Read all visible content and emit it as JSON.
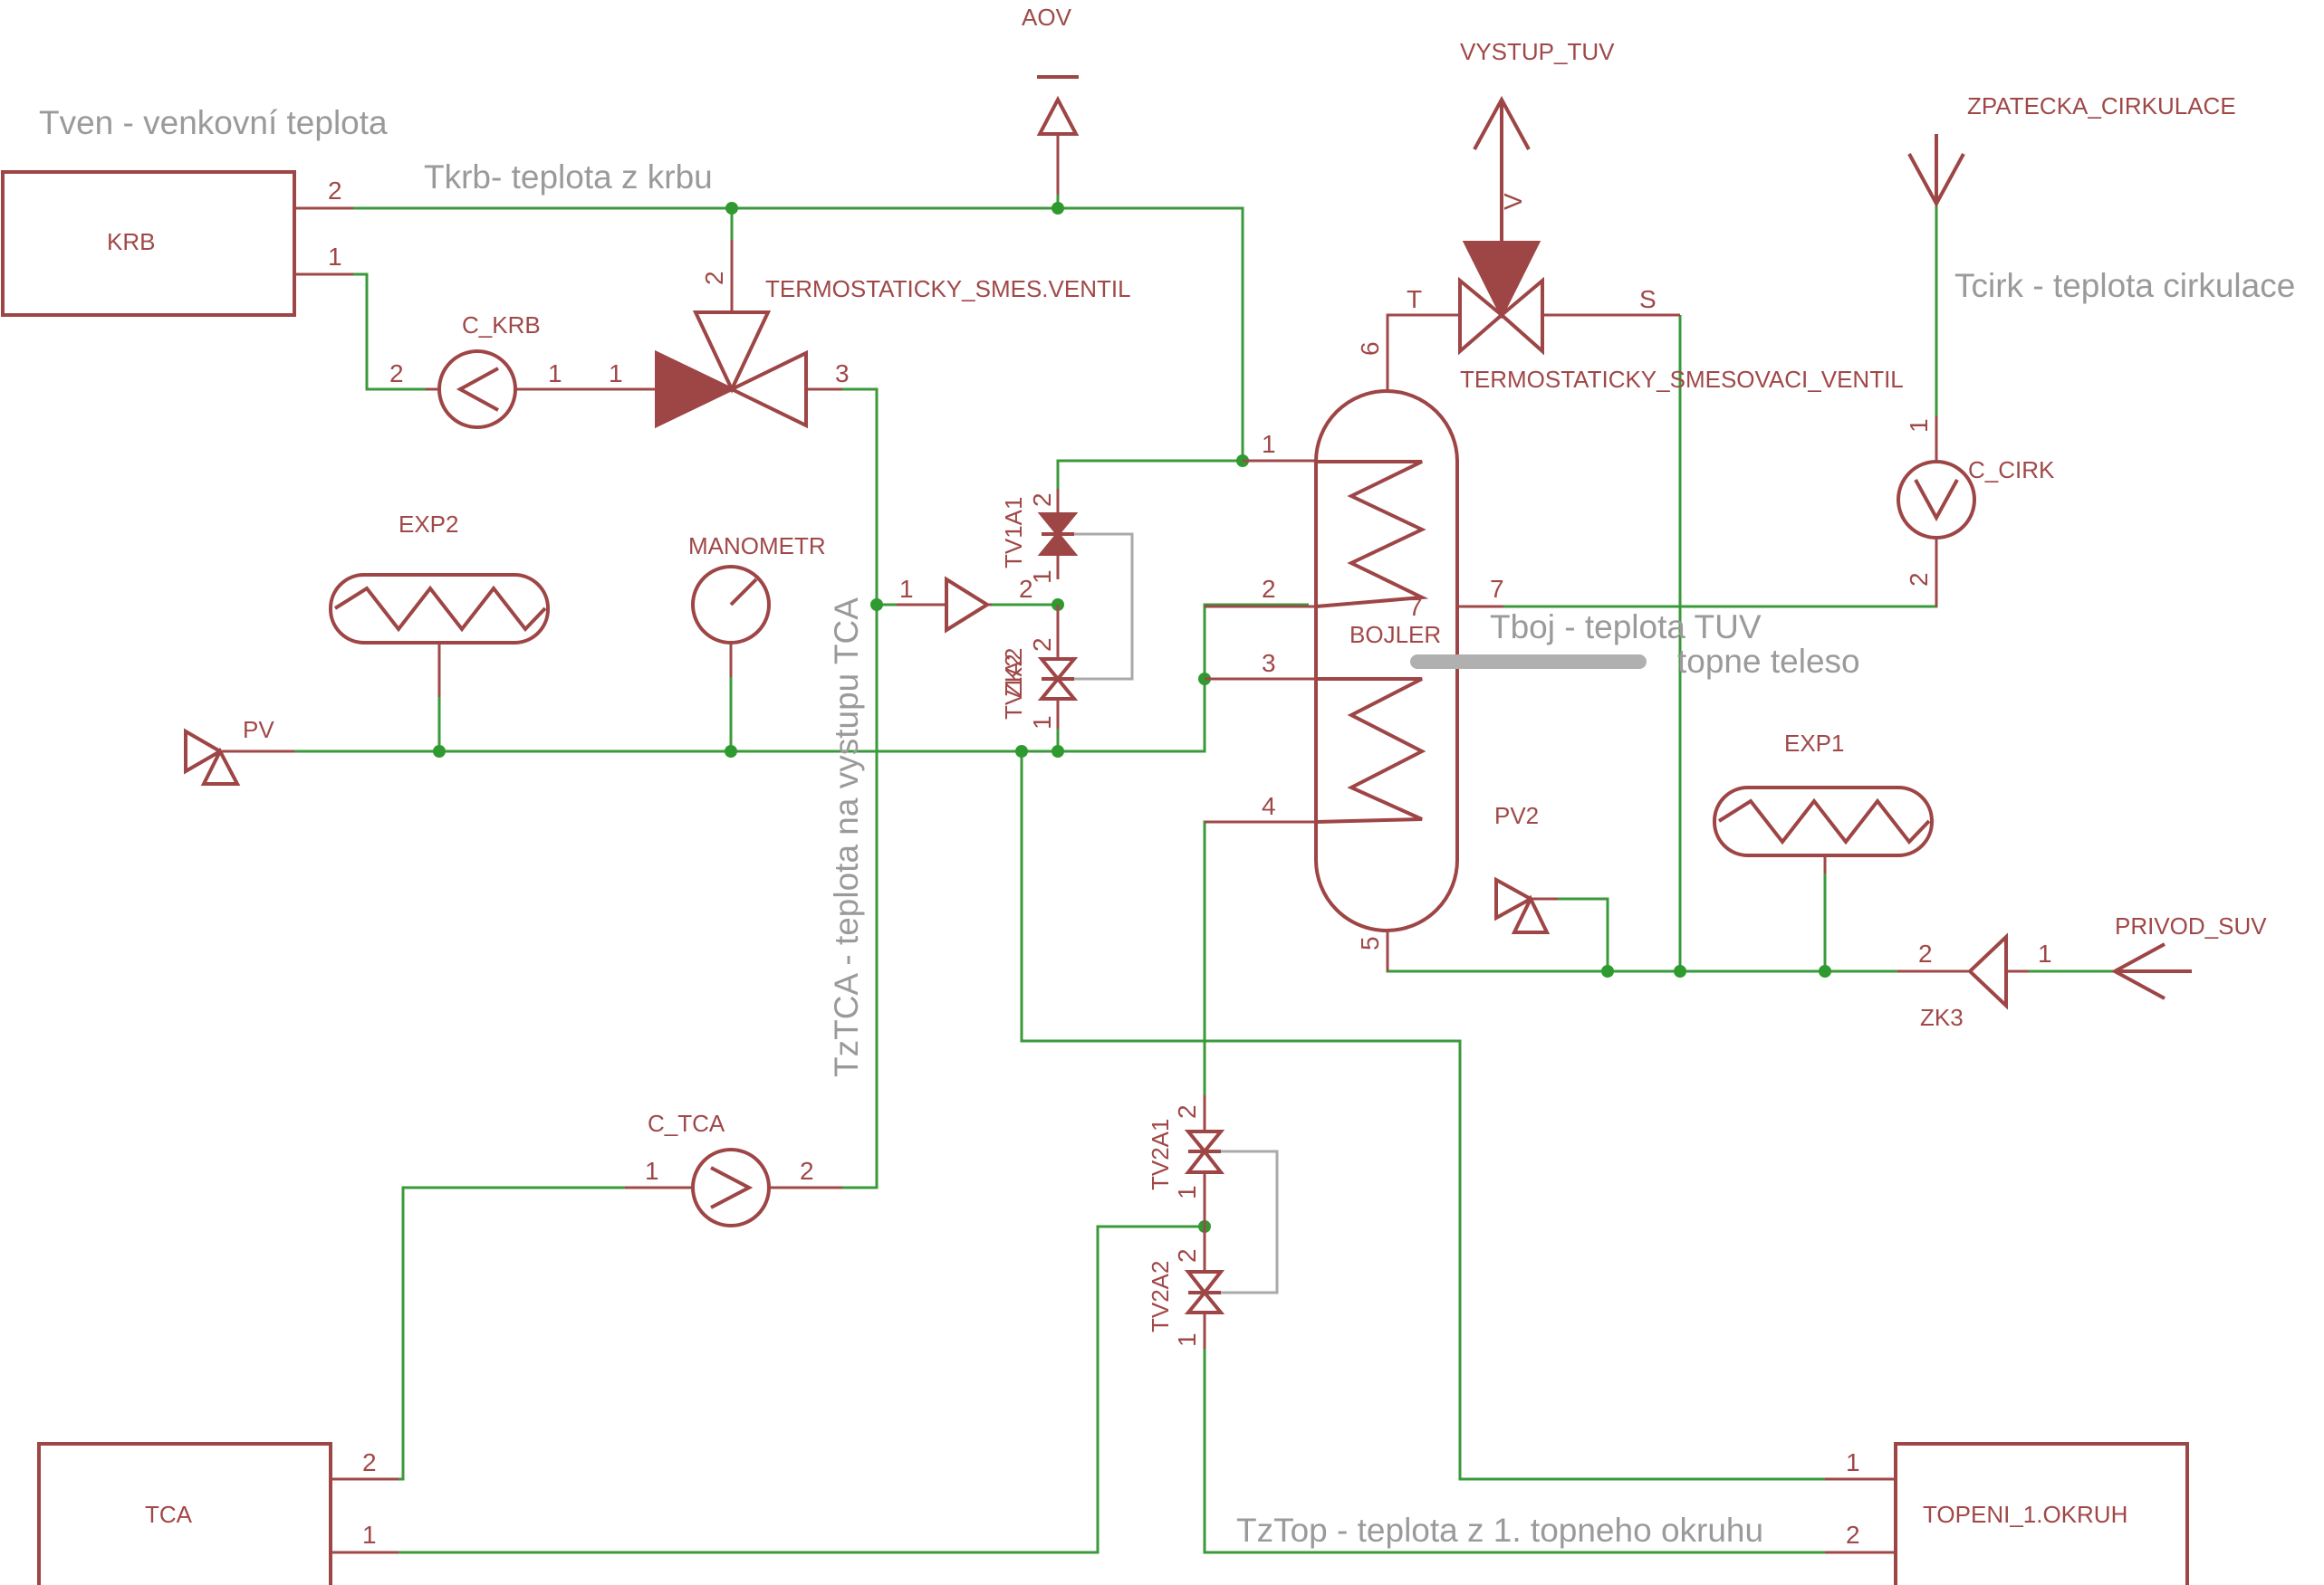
{
  "components": {
    "krb": "KRB",
    "c_krb": "C_KRB",
    "tsv1": "TERMOSTATICKY_SMES.VENTIL",
    "aov": "AOV",
    "vystup_tuv": "VYSTUP_TUV",
    "tsv2": "TERMOSTATICKY_SMESOVACI_VENTIL",
    "zpatecka": "ZPATECKA_CIRKULACE",
    "c_cirk": "C_CIRK",
    "exp2": "EXP2",
    "manometr": "MANOMETR",
    "pv": "PV",
    "tv1a1": "TV1A1",
    "tv1a2": "TV1A2",
    "zk2": "ZK2",
    "bojler": "BOJLER",
    "exp1": "EXP1",
    "pv2": "PV2",
    "privod": "PRIVOD_SUV",
    "zk3": "ZK3",
    "c_tca": "C_TCA",
    "tv2a1": "TV2A1",
    "tv2a2": "TV2A2",
    "tca": "TCA",
    "topeni": "TOPENI_1.OKRUH"
  },
  "annotations": {
    "tven": "Tven - venkovní teplota",
    "tkrb": "Tkrb- teplota z krbu",
    "tcirk": "Tcirk - teplota cirkulace",
    "tboj": "Tboj - teplota TUV",
    "topne": "topne teleso",
    "tztca": "TzTCA - teplota na vystupu TCA",
    "tztop": "TzTop - teplota z 1. topneho okruhu"
  },
  "pins": {
    "one": "1",
    "two": "2",
    "three": "3",
    "four": "4",
    "five": "5",
    "six": "6",
    "seven": "7",
    "t": "T",
    "s": "S",
    "v": "V"
  },
  "colors": {
    "symbol": "#9e4545",
    "wire": "#3a9a3a",
    "annotation": "#9a9a9a"
  }
}
